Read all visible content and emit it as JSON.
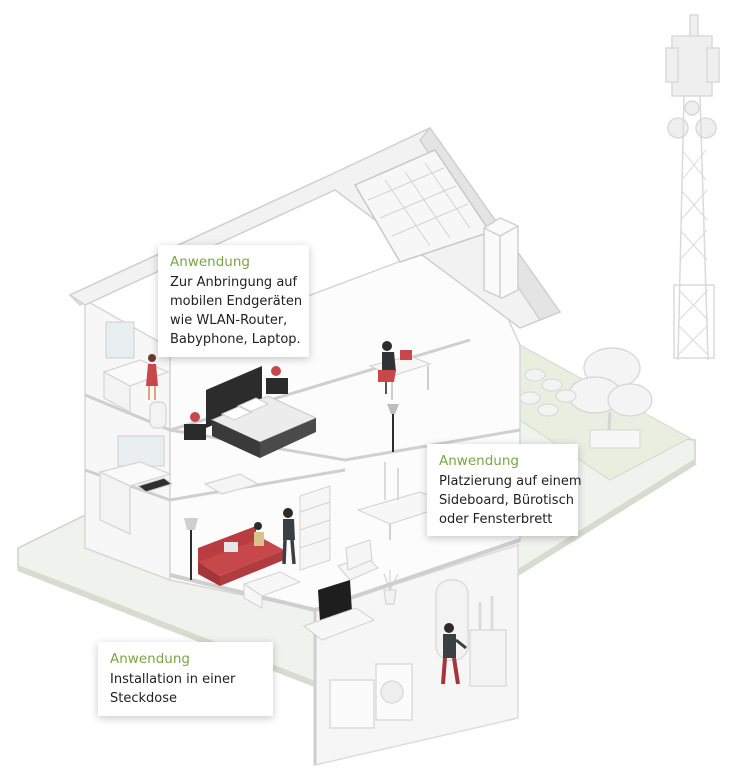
{
  "callouts": {
    "router": {
      "heading": "Anwendung",
      "lines": [
        "Zur Anbringung auf",
        "mobilen Endgeräten",
        "wie WLAN-Router,",
        "Babyphone, Laptop."
      ]
    },
    "desk": {
      "heading": "Anwendung",
      "lines": [
        "Platzierung auf einem",
        "Sideboard, Bürotisch",
        "oder Fensterbrett"
      ]
    },
    "socket": {
      "heading": "Anwendung",
      "lines": [
        "Installation in einer",
        "Steckdose"
      ]
    }
  },
  "colors": {
    "accent_green": "#7aa446",
    "sofa_red": "#c8474b",
    "line_gray": "#d8d8d8",
    "fill_light": "#f1f1f1",
    "ground": "#eef1e8"
  }
}
